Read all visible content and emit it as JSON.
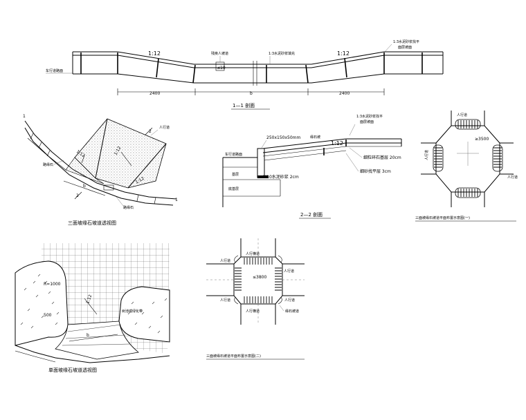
{
  "section_1_1": {
    "slope_left": "1:12",
    "slope_right": "1:12",
    "center_label": "残疾人坡道",
    "mortar_mid": "1:3水泥砂浆填充",
    "mortar_top": "1:3水泥砂浆找平",
    "top_layer": "面层坡面",
    "curb_label": "车行道路面",
    "slope_limit": "≤10",
    "dim_left": "2400",
    "dim_mid": "b",
    "dim_right": "2400",
    "title": "1—1 剖面"
  },
  "section_2_2": {
    "mortar_top": "1:3水泥砂浆找平",
    "top_layer": "面层坡面",
    "curb_size": "250x150x50mm",
    "curb_note": "缘石坡",
    "slope": "1:12",
    "layer_road": "车行道路面",
    "layer_base": "基层",
    "layer_subbase": "底基层",
    "layer_concrete": "细粒碎石基层 20cm",
    "layer_sand": "细砂找平层 3cm",
    "mortar_bed": "M10水泥砂浆 2cm",
    "title": "2—2 剖面"
  },
  "perspective_three": {
    "mark_1a": "1",
    "mark_1b": "1",
    "mark_2a": "2",
    "mark_2b": "2",
    "slope_a": "1:12",
    "slope_b": "1:12",
    "slope_c": "1:12",
    "dim_b": "b",
    "sidewalk": "人行道",
    "curb": "路缘石",
    "curb_b": "路缘石",
    "title": "三面坡缘石坡道透视图"
  },
  "plan_one": {
    "sidewalk_top": "人行道",
    "sidewalk_left": "人行道",
    "sidewalk_right": "人行道",
    "radius": "≥3500",
    "title": "三面坡缘石坡道平面布置示意图(一)"
  },
  "perspective_single": {
    "radius": "R=1000",
    "dim_500": "500",
    "dim_b": "b",
    "slope": "1:12",
    "planting": "树池或绿化带",
    "title": "单面坡缘石坡道透视图"
  },
  "plan_two": {
    "crossing_top": "人行横道",
    "crossing_bottom": "人行横道",
    "sidewalk_tl": "人行道",
    "sidewalk_tr": "人行道",
    "sidewalk_bl": "人行道",
    "sidewalk_br": "人行道",
    "radius": "≤3800",
    "ramp_label": "缘石坡道",
    "title": "三面坡缘石坡道平面布置示意图(二)"
  }
}
